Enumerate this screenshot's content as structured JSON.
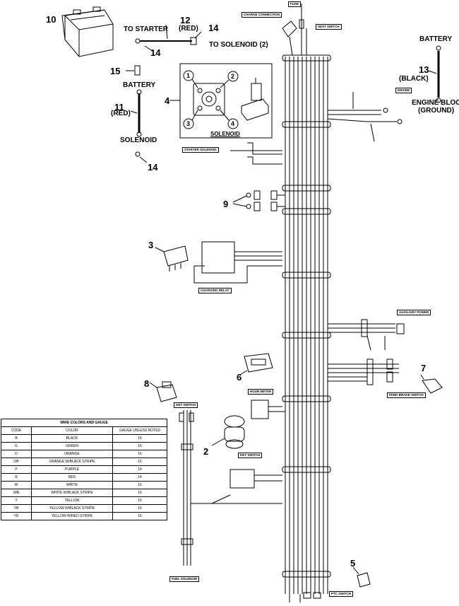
{
  "callouts": {
    "n10": "10",
    "n12": "12",
    "n12_sub": "(RED)",
    "n14a": "14",
    "n14b": "14",
    "n14c": "14",
    "n15": "15",
    "n11": "11",
    "n11_sub": "(RED)",
    "n4": "4",
    "n13": "13",
    "n13_sub": "(BLACK)",
    "n9": "9",
    "n3": "3",
    "n6": "6",
    "n7": "7",
    "n8": "8",
    "n2": "2",
    "n5": "5"
  },
  "text": {
    "to_starter": "TO STARTER",
    "to_solenoid": "TO SOLENOID (2)",
    "battery_left": "BATTERY",
    "solenoid_left": "SOLENOID",
    "battery_right": "BATTERY",
    "engine_block": "ENGINE BLOCK",
    "ground": "(GROUND)",
    "solenoid_caption": "SOLENOID",
    "sol_1": "1",
    "sol_2": "2",
    "sol_3": "3",
    "sol_4": "4"
  },
  "tags": {
    "charge_connection": "CHARGE CONNECTION",
    "fuse_top": "FUSE",
    "seat_switch": "SEAT SWITCH",
    "engine": "ENGINE",
    "starter_solenoid": "STARTER SOLENOID",
    "charging_relay": "CHARGING RELAY",
    "auxiliary_power": "AUXILIARY POWER",
    "park_brake_switch": "PARK BRAKE SWITCH",
    "hour_meter": "HOUR METER",
    "key_switch_upper": "KEY SWITCH",
    "key_switch_lower": "KEY SWITCH",
    "fuel_solenoid": "FUEL SOLENOID",
    "ptc_switch": "PTC SWITCH"
  },
  "wire_table": {
    "title": "WIRE COLORS AND GAUGE",
    "headers": [
      "CODE",
      "COLOR",
      "GAUGE UNLESS NOTED"
    ],
    "rows": [
      [
        "B",
        "BLACK",
        "16"
      ],
      [
        "G",
        "GREEN",
        "16"
      ],
      [
        "O",
        "ORANGE",
        "16"
      ],
      [
        "OB",
        "ORANGE W/BLACK STRIPE",
        "16"
      ],
      [
        "P",
        "PURPLE",
        "14"
      ],
      [
        "R",
        "RED",
        "14"
      ],
      [
        "W",
        "WHITE",
        "16"
      ],
      [
        "WB",
        "WHITE W/BLACK STRIPE",
        "16"
      ],
      [
        "Y",
        "YELLOW",
        "16"
      ],
      [
        "YB",
        "YELLOW W/BLACK STRIPE",
        "16"
      ],
      [
        "YR",
        "YELLOW W/RED STRIPE",
        "16"
      ]
    ]
  }
}
